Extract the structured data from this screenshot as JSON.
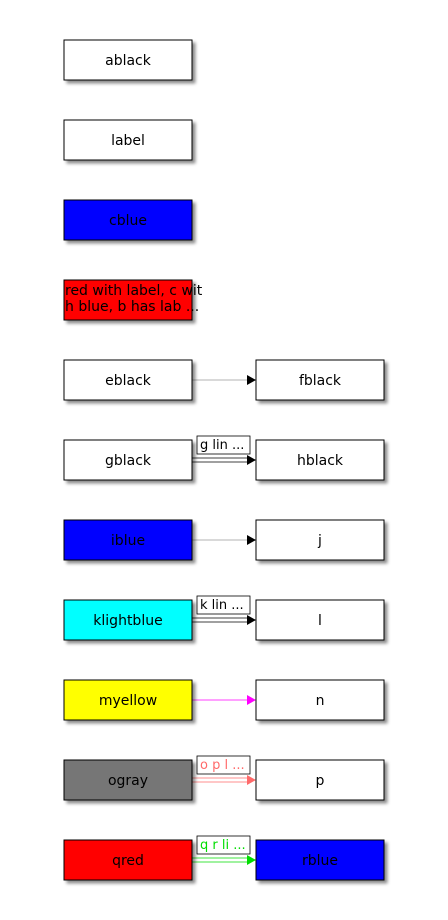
{
  "nodes": [
    {
      "id": "a",
      "text": "ablack",
      "fill": "#ffffff",
      "text_color": "#000000"
    },
    {
      "id": "label",
      "text": "label",
      "fill": "#ffffff",
      "text_color": "#000000"
    },
    {
      "id": "c",
      "text": "cblue",
      "fill": "#0000ff",
      "text_color": "#000000"
    },
    {
      "id": "d",
      "text_lines": [
        "red with label, c wit",
        "h blue, b has lab ..."
      ],
      "fill": "#ff0000",
      "text_color": "#000000"
    },
    {
      "id": "e",
      "text": "eblack",
      "fill": "#ffffff",
      "text_color": "#000000"
    },
    {
      "id": "f",
      "text": "fblack",
      "fill": "#ffffff",
      "text_color": "#000000"
    },
    {
      "id": "g",
      "text": "gblack",
      "fill": "#ffffff",
      "text_color": "#000000"
    },
    {
      "id": "h",
      "text": "hblack",
      "fill": "#ffffff",
      "text_color": "#000000"
    },
    {
      "id": "i",
      "text": "iblue",
      "fill": "#0000ff",
      "text_color": "#000000"
    },
    {
      "id": "j",
      "text": "j",
      "fill": "#ffffff",
      "text_color": "#000000"
    },
    {
      "id": "k",
      "text": "klightblue",
      "fill": "#00ffff",
      "text_color": "#000000"
    },
    {
      "id": "l",
      "text": "l",
      "fill": "#ffffff",
      "text_color": "#000000"
    },
    {
      "id": "m",
      "text": "myellow",
      "fill": "#ffff00",
      "text_color": "#000000"
    },
    {
      "id": "n",
      "text": "n",
      "fill": "#ffffff",
      "text_color": "#000000"
    },
    {
      "id": "o",
      "text": "ogray",
      "fill": "#767676",
      "text_color": "#000000"
    },
    {
      "id": "p",
      "text": "p",
      "fill": "#ffffff",
      "text_color": "#000000"
    },
    {
      "id": "q",
      "text": "qred",
      "fill": "#ff0000",
      "text_color": "#000000"
    },
    {
      "id": "r",
      "text": "rblue",
      "fill": "#0000ff",
      "text_color": "#000000"
    }
  ],
  "edges": [
    {
      "from": "e",
      "to": "f",
      "color": "#000000",
      "label": ""
    },
    {
      "from": "g",
      "to": "h",
      "color": "#000000",
      "label": "g lin ...",
      "label_color": "#000000"
    },
    {
      "from": "i",
      "to": "j",
      "color": "#000000",
      "label": ""
    },
    {
      "from": "k",
      "to": "l",
      "color": "#000000",
      "label": "k lin ...",
      "label_color": "#000000"
    },
    {
      "from": "m",
      "to": "n",
      "color": "#ff00ff",
      "label": ""
    },
    {
      "from": "o",
      "to": "p",
      "color": "#ff6a6a",
      "label": "o p l ...",
      "label_color": "#ff6a6a"
    },
    {
      "from": "q",
      "to": "r",
      "color": "#00dd00",
      "label": "q r li ...",
      "label_color": "#00dd00"
    }
  ]
}
